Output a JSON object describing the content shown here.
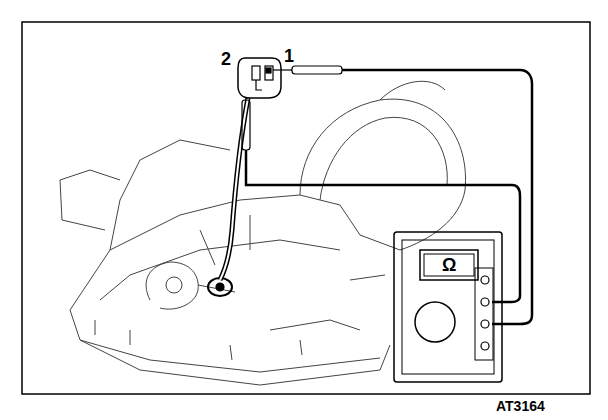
{
  "diagram": {
    "labels": [
      "2",
      "1",
      "Ω",
      "AT3164"
    ]
  }
}
